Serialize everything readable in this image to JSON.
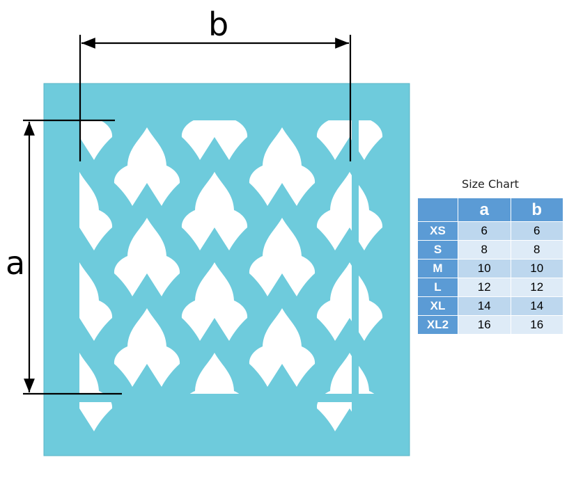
{
  "dimensions": {
    "a_label": "a",
    "b_label": "b"
  },
  "colors": {
    "panel": "#6ecbdc",
    "header": "#5b9bd5",
    "row_dark": "#bdd7ee",
    "row_light": "#deebf7"
  },
  "size_chart": {
    "title": "Size Chart",
    "columns": [
      "",
      "a",
      "b"
    ],
    "rows": [
      {
        "size": "XS",
        "a": "6",
        "b": "6"
      },
      {
        "size": "S",
        "a": "8",
        "b": "8"
      },
      {
        "size": "M",
        "a": "10",
        "b": "10"
      },
      {
        "size": "L",
        "a": "12",
        "b": "12"
      },
      {
        "size": "XL",
        "a": "14",
        "b": "14"
      },
      {
        "size": "XL2",
        "a": "16",
        "b": "16"
      }
    ]
  }
}
